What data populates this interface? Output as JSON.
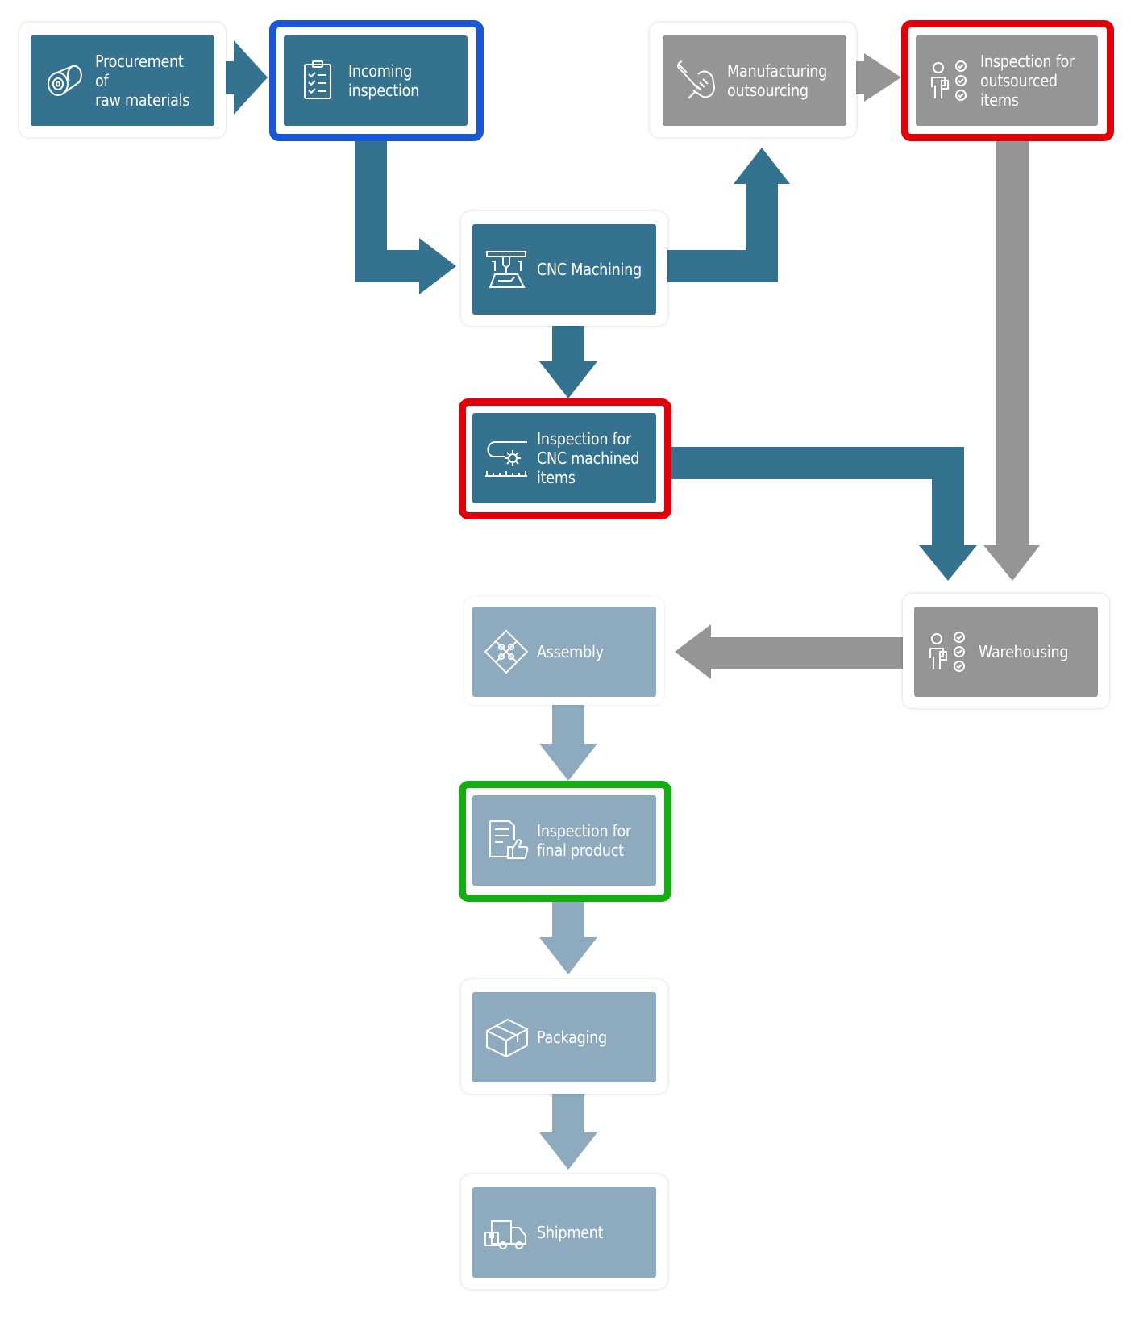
{
  "nodes": {
    "procurement": {
      "label": "Procurement of\nraw materials",
      "icon": "material-roll-icon"
    },
    "incoming": {
      "label": "Incoming\ninspection",
      "icon": "clipboard-checklist-icon"
    },
    "manufacturing": {
      "label": "Manufacturing\noutsourcing",
      "icon": "wrench-hand-icon"
    },
    "insp_outsourced": {
      "label": "Inspection for\noutsourced items",
      "icon": "inspector-checklist-icon"
    },
    "cnc": {
      "label": "CNC Machining",
      "icon": "cnc-machine-icon"
    },
    "insp_cnc": {
      "label": "Inspection for\nCNC machined\nitems",
      "icon": "measurement-icon"
    },
    "warehousing": {
      "label": "Warehousing",
      "icon": "inspector-checklist-icon"
    },
    "assembly": {
      "label": "Assembly",
      "icon": "puzzle-icon"
    },
    "insp_final": {
      "label": "Inspection for\nfinal product",
      "icon": "document-thumbs-up-icon"
    },
    "packaging": {
      "label": "Packaging",
      "icon": "package-box-icon"
    },
    "shipment": {
      "label": "Shipment",
      "icon": "delivery-truck-icon"
    }
  },
  "colors": {
    "teal": "#34728f",
    "gray": "#959595",
    "light": "#8eaabf",
    "highlight_blue": "#1a56d6",
    "highlight_red": "#e0000a",
    "highlight_green": "#14ad14"
  }
}
